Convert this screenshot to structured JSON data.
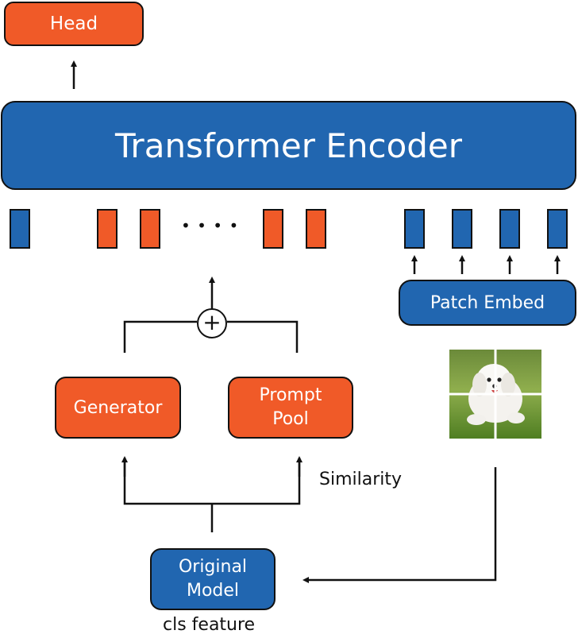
{
  "nodes": {
    "head": "Head",
    "encoder": "Transformer Encoder",
    "patch_embed": "Patch Embed",
    "generator": "Generator",
    "prompt_pool_line1": "Prompt",
    "prompt_pool_line2": "Pool",
    "original_model_line1": "Original",
    "original_model_line2": "Model"
  },
  "labels": {
    "ellipsis": "• • • •",
    "plus": "+",
    "similarity": "Similarity",
    "cls_feature": "cls feature"
  },
  "colors": {
    "orange": "#f05a28",
    "blue": "#2166b0",
    "line": "#111111"
  },
  "tokens": [
    "blue",
    "orange",
    "orange",
    "orange",
    "orange",
    "blue",
    "blue",
    "blue",
    "blue"
  ],
  "image_icon": "puppy-photo-split-into-patches"
}
